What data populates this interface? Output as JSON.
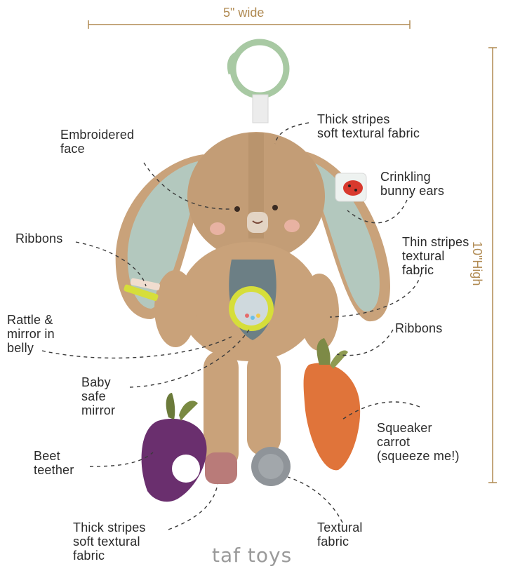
{
  "dimensions": {
    "width_label": "5\" wide",
    "height_label": "10\"High"
  },
  "brand": "taf toys",
  "labels": {
    "thick_stripes_top": [
      "Thick stripes",
      "soft textural fabric"
    ],
    "embroidered_face": [
      "Embroidered",
      "face"
    ],
    "crinkling_ears": [
      "Crinkling",
      "bunny ears"
    ],
    "ribbons_left": [
      "Ribbons"
    ],
    "thin_stripes": [
      "Thin stripes",
      "textural",
      "fabric"
    ],
    "rattle_mirror": [
      "Rattle &",
      "mirror in",
      "belly"
    ],
    "ribbons_right": [
      "Ribbons"
    ],
    "baby_safe_mirror": [
      "Baby",
      "safe",
      "mirror"
    ],
    "squeaker_carrot": [
      "Squeaker",
      "carrot",
      "(squeeze me!)"
    ],
    "beet_teether": [
      "Beet",
      "teether"
    ],
    "thick_stripes_bottom": [
      "Thick stripes",
      "soft textural",
      "fabric"
    ],
    "textural_fabric": [
      "Textural",
      "fabric"
    ]
  },
  "colors": {
    "dimension": "#b08a52",
    "bunny": "#c9a27a",
    "ears_inner": "#a9bfb5",
    "ring": "#9cc19a",
    "carrot": "#e0743a",
    "beet": "#6a2f6e",
    "mirror": "#d6de3a"
  }
}
